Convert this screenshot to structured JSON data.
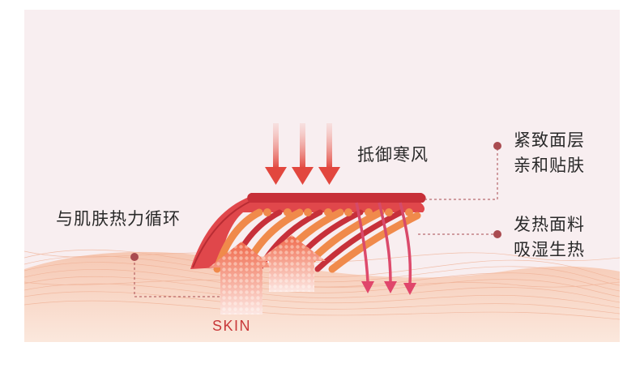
{
  "labels": {
    "block_wind": "抵御寒风",
    "fit_line1": "紧致面层",
    "fit_line2": "亲和贴肤",
    "heat_line1": "发热面料",
    "heat_line2": "吸湿生热",
    "circulation": "与肌肤热力循环",
    "skin": "SKIN"
  },
  "icons": {
    "down_arrows": "down-arrow-icon",
    "up_arrows": "heat-up-arrow-icon"
  },
  "colors": {
    "background": "#f8eef0",
    "red": "#d3373a",
    "orange": "#f08a4b",
    "skin_wave": "#f2b79a",
    "callout": "#a94b50"
  }
}
